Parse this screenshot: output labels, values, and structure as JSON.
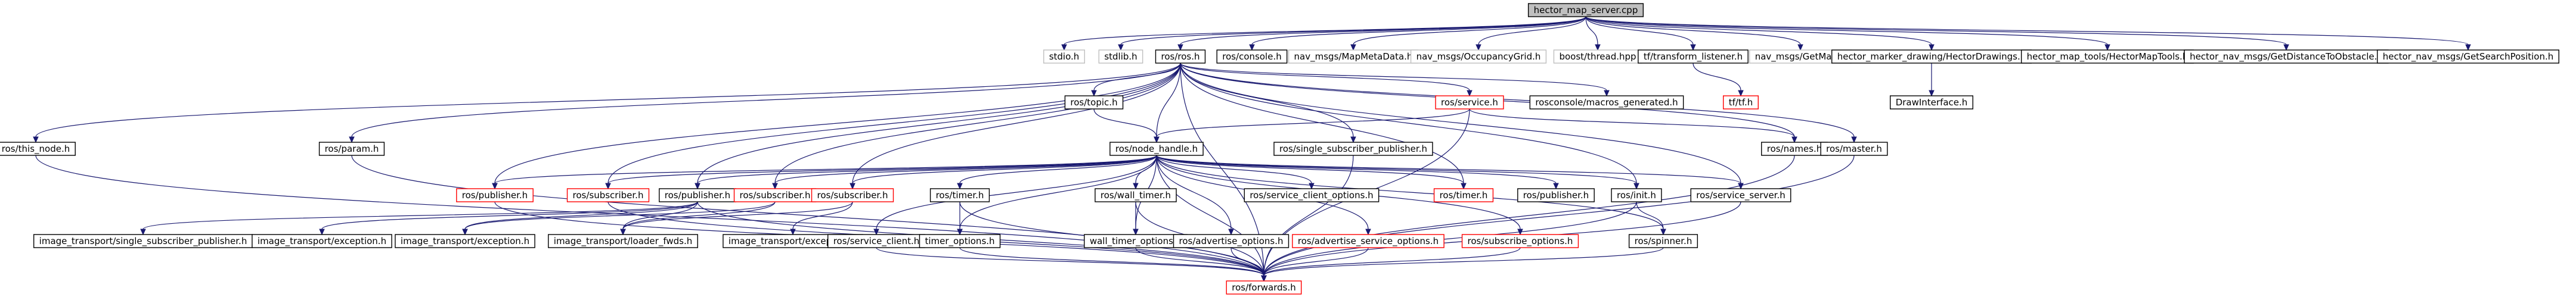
{
  "graph": {
    "style": {
      "edge_color": "#191970",
      "root_fill": "#bfbfbf",
      "default_border": "#000000",
      "grey_border": "#bfbfbf",
      "red_border": "#ff0000"
    },
    "nodes": [
      {
        "id": "root",
        "label": "hector_map_server.cpp",
        "style": "root"
      },
      {
        "id": "stdio",
        "label": "stdio.h",
        "style": "grey"
      },
      {
        "id": "stdlib",
        "label": "stdlib.h",
        "style": "grey"
      },
      {
        "id": "rosros",
        "label": "ros/ros.h",
        "style": "black"
      },
      {
        "id": "console",
        "label": "ros/console.h",
        "style": "black"
      },
      {
        "id": "mapmeta",
        "label": "nav_msgs/MapMetaData.h",
        "style": "grey"
      },
      {
        "id": "occgrid",
        "label": "nav_msgs/OccupancyGrid.h",
        "style": "grey"
      },
      {
        "id": "thread",
        "label": "boost/thread.hpp",
        "style": "grey"
      },
      {
        "id": "tflistener",
        "label": "tf/transform_listener.h",
        "style": "black"
      },
      {
        "id": "getmap",
        "label": "nav_msgs/GetMap.h",
        "style": "grey"
      },
      {
        "id": "markerdraw",
        "label": "hector_marker_drawing/HectorDrawings.h",
        "style": "black"
      },
      {
        "id": "maptools",
        "label": "hector_map_tools/HectorMapTools.h",
        "style": "black"
      },
      {
        "id": "getdist",
        "label": "hector_nav_msgs/GetDistanceToObstacle.h",
        "style": "black"
      },
      {
        "id": "getsearch",
        "label": "hector_nav_msgs/GetSearchPosition.h",
        "style": "black"
      },
      {
        "id": "tfh",
        "label": "tf/tf.h",
        "style": "red"
      },
      {
        "id": "macros",
        "label": "rosconsole/macros_generated.h",
        "style": "black"
      },
      {
        "id": "drawiface",
        "label": "DrawInterface.h",
        "style": "black"
      },
      {
        "id": "topic",
        "label": "ros/topic.h",
        "style": "black"
      },
      {
        "id": "service",
        "label": "ros/service.h",
        "style": "red"
      },
      {
        "id": "thisnode",
        "label": "ros/this_node.h",
        "style": "black"
      },
      {
        "id": "param",
        "label": "ros/param.h",
        "style": "black"
      },
      {
        "id": "names",
        "label": "ros/names.h",
        "style": "black"
      },
      {
        "id": "master",
        "label": "ros/master.h",
        "style": "black"
      },
      {
        "id": "nodehandle",
        "label": "ros/node_handle.h",
        "style": "black"
      },
      {
        "id": "singlepub",
        "label": "ros/single_subscriber_publisher.h",
        "style": "black"
      },
      {
        "id": "pub_r",
        "label": "ros/publisher.h",
        "style": "red"
      },
      {
        "id": "sub_r",
        "label": "ros/subscriber.h",
        "style": "red"
      },
      {
        "id": "pub_b",
        "label": "ros/publisher.h",
        "style": "black"
      },
      {
        "id": "sub_r2",
        "label": "ros/subscriber.h",
        "style": "red"
      },
      {
        "id": "sub_r3",
        "label": "ros/subscriber.h",
        "style": "red"
      },
      {
        "id": "timer",
        "label": "ros/timer.h",
        "style": "black"
      },
      {
        "id": "walltimer",
        "label": "ros/wall_timer.h",
        "style": "black"
      },
      {
        "id": "svcclientopts",
        "label": "ros/service_client_options.h",
        "style": "black"
      },
      {
        "id": "timer_r",
        "label": "ros/timer.h",
        "style": "red"
      },
      {
        "id": "pub_b2",
        "label": "ros/publisher.h",
        "style": "black"
      },
      {
        "id": "init",
        "label": "ros/init.h",
        "style": "black"
      },
      {
        "id": "svcserver",
        "label": "ros/service_server.h",
        "style": "black"
      },
      {
        "id": "it_ssp",
        "label": "image_transport/single_subscriber_publisher.h",
        "style": "black"
      },
      {
        "id": "it_exc1",
        "label": "image_transport/exception.h",
        "style": "black"
      },
      {
        "id": "it_exc2",
        "label": "image_transport/exception.h",
        "style": "black"
      },
      {
        "id": "it_loader",
        "label": "image_transport/loader_fwds.h",
        "style": "black"
      },
      {
        "id": "it_exc3",
        "label": "image_transport/exception.h",
        "style": "black"
      },
      {
        "id": "svcclient",
        "label": "ros/service_client.h",
        "style": "black"
      },
      {
        "id": "timeropts",
        "label": "timer_options.h",
        "style": "black"
      },
      {
        "id": "walltimeropts",
        "label": "wall_timer_options.h",
        "style": "black"
      },
      {
        "id": "advopts",
        "label": "ros/advertise_options.h",
        "style": "black"
      },
      {
        "id": "advsvcopts",
        "label": "ros/advertise_service_options.h",
        "style": "red"
      },
      {
        "id": "subopts",
        "label": "ros/subscribe_options.h",
        "style": "red"
      },
      {
        "id": "spinner",
        "label": "ros/spinner.h",
        "style": "black"
      },
      {
        "id": "forwards",
        "label": "ros/forwards.h",
        "style": "red"
      }
    ],
    "edges": [
      [
        "root",
        "stdio"
      ],
      [
        "root",
        "stdlib"
      ],
      [
        "root",
        "rosros"
      ],
      [
        "root",
        "console"
      ],
      [
        "root",
        "mapmeta"
      ],
      [
        "root",
        "occgrid"
      ],
      [
        "root",
        "thread"
      ],
      [
        "root",
        "tflistener"
      ],
      [
        "root",
        "getmap"
      ],
      [
        "root",
        "markerdraw"
      ],
      [
        "root",
        "maptools"
      ],
      [
        "root",
        "getdist"
      ],
      [
        "root",
        "getsearch"
      ],
      [
        "tflistener",
        "tfh"
      ],
      [
        "markerdraw",
        "drawiface"
      ],
      [
        "rosros",
        "thisnode"
      ],
      [
        "rosros",
        "param"
      ],
      [
        "rosros",
        "topic"
      ],
      [
        "rosros",
        "service"
      ],
      [
        "rosros",
        "macros"
      ],
      [
        "rosros",
        "names"
      ],
      [
        "rosros",
        "master"
      ],
      [
        "rosros",
        "nodehandle"
      ],
      [
        "rosros",
        "singlepub"
      ],
      [
        "rosros",
        "pub_r"
      ],
      [
        "rosros",
        "sub_r"
      ],
      [
        "rosros",
        "pub_b"
      ],
      [
        "rosros",
        "sub_r2"
      ],
      [
        "rosros",
        "sub_r3"
      ],
      [
        "rosros",
        "timer_r"
      ],
      [
        "rosros",
        "init"
      ],
      [
        "rosros",
        "svcserver"
      ],
      [
        "rosros",
        "forwards"
      ],
      [
        "topic",
        "nodehandle"
      ],
      [
        "service",
        "nodehandle"
      ],
      [
        "service",
        "names"
      ],
      [
        "service",
        "forwards"
      ],
      [
        "singlepub",
        "forwards"
      ],
      [
        "nodehandle",
        "pub_r"
      ],
      [
        "nodehandle",
        "sub_r"
      ],
      [
        "nodehandle",
        "pub_b"
      ],
      [
        "nodehandle",
        "sub_r2"
      ],
      [
        "nodehandle",
        "sub_r3"
      ],
      [
        "nodehandle",
        "timer"
      ],
      [
        "nodehandle",
        "walltimer"
      ],
      [
        "nodehandle",
        "svcclientopts"
      ],
      [
        "nodehandle",
        "timer_r"
      ],
      [
        "nodehandle",
        "pub_b2"
      ],
      [
        "nodehandle",
        "init"
      ],
      [
        "nodehandle",
        "svcserver"
      ],
      [
        "nodehandle",
        "svcclient"
      ],
      [
        "nodehandle",
        "timeropts"
      ],
      [
        "nodehandle",
        "walltimeropts"
      ],
      [
        "nodehandle",
        "advopts"
      ],
      [
        "nodehandle",
        "advsvcopts"
      ],
      [
        "nodehandle",
        "subopts"
      ],
      [
        "nodehandle",
        "spinner"
      ],
      [
        "nodehandle",
        "forwards"
      ],
      [
        "pub_b",
        "it_ssp"
      ],
      [
        "pub_b",
        "it_exc1"
      ],
      [
        "pub_b",
        "it_exc2"
      ],
      [
        "pub_b",
        "it_loader"
      ],
      [
        "pub_b",
        "forwards"
      ],
      [
        "sub_r2",
        "it_exc2"
      ],
      [
        "sub_r2",
        "it_loader"
      ],
      [
        "sub_r3",
        "it_exc3"
      ],
      [
        "sub_r3",
        "it_loader"
      ],
      [
        "pub_r",
        "forwards"
      ],
      [
        "sub_r",
        "forwards"
      ],
      [
        "timer",
        "timeropts"
      ],
      [
        "timer",
        "forwards"
      ],
      [
        "walltimer",
        "walltimeropts"
      ],
      [
        "walltimer",
        "forwards"
      ],
      [
        "svcclient",
        "forwards"
      ],
      [
        "timeropts",
        "forwards"
      ],
      [
        "walltimeropts",
        "forwards"
      ],
      [
        "advopts",
        "forwards"
      ],
      [
        "advsvcopts",
        "forwards"
      ],
      [
        "subopts",
        "forwards"
      ],
      [
        "init",
        "spinner"
      ],
      [
        "init",
        "forwards"
      ],
      [
        "spinner",
        "forwards"
      ],
      [
        "svcserver",
        "forwards"
      ],
      [
        "names",
        "forwards"
      ],
      [
        "master",
        "forwards"
      ],
      [
        "thisnode",
        "forwards"
      ],
      [
        "param",
        "forwards"
      ]
    ]
  }
}
